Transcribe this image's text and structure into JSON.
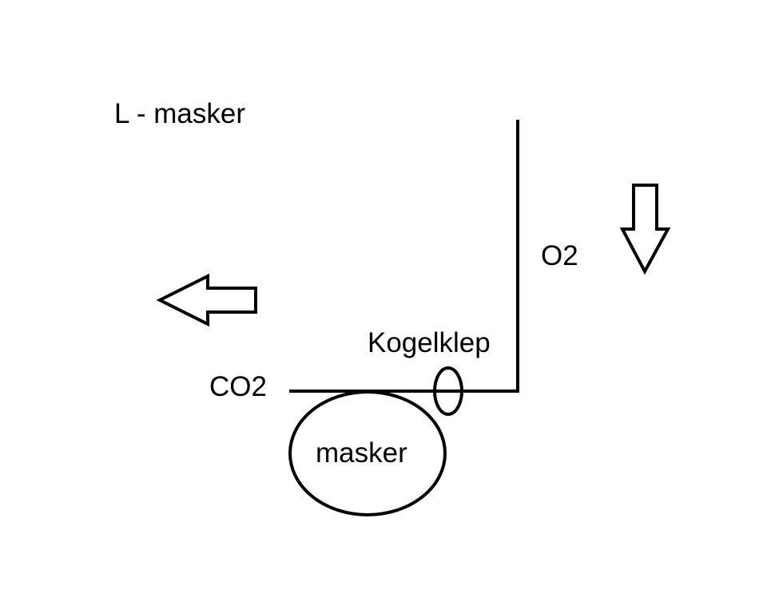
{
  "diagram": {
    "title": "L - masker",
    "labels": {
      "oxygen": "O2",
      "carbon_dioxide": "CO2",
      "valve": "Kogelklep",
      "mask": "masker"
    },
    "arrows": {
      "outflow_direction": "left",
      "inflow_direction": "down"
    },
    "colors": {
      "stroke": "#000000",
      "background": "#ffffff"
    }
  }
}
